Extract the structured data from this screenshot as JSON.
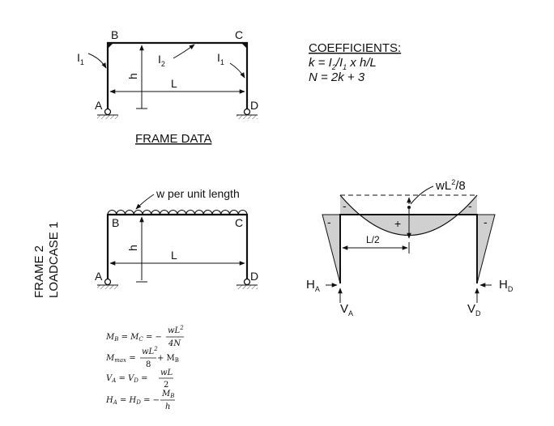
{
  "frame_data": {
    "nodes": {
      "a": "A",
      "b": "B",
      "c": "C",
      "d": "D"
    },
    "column_inertia": "I",
    "column_inertia_sub": "1",
    "beam_inertia": "I",
    "beam_inertia_sub": "2",
    "height": "h",
    "span": "L",
    "caption": "FRAME DATA"
  },
  "coefficients": {
    "title": "COEFFICIENTS:",
    "k_eq": {
      "p1": "k = I",
      "s1": "2",
      "p2": "/I",
      "s2": "1",
      "p3": " x h/L"
    },
    "n_eq": "N = 2k + 3"
  },
  "loadcase": {
    "side_title_1": "FRAME 2",
    "side_title_2": "LOADCASE 1",
    "load_label": "w per unit length",
    "nodes": {
      "a": "A",
      "b": "B",
      "c": "C",
      "d": "D"
    },
    "height": "h",
    "span": "L"
  },
  "moment_diagram": {
    "peak": {
      "base": "wL",
      "sup": "2",
      "tail": "/8"
    },
    "half_span": "L/2",
    "neg_left": "-",
    "neg_mid_left": "-",
    "pos": "+",
    "neg_mid_right": "-",
    "neg_right": "-",
    "h_a": {
      "base": "H",
      "sub": "A"
    },
    "v_a": {
      "base": "V",
      "sub": "A"
    },
    "h_d": {
      "base": "H",
      "sub": "D"
    },
    "v_d": {
      "base": "V",
      "sub": "D"
    }
  },
  "formulas": {
    "f1": {
      "lhs_a": "M",
      "lhs_a_sub": "B",
      "eq1": " = ",
      "lhs_b": "M",
      "lhs_b_sub": "C",
      "eq2": " = −",
      "num": "wL",
      "num_sup": "2",
      "den": "4N"
    },
    "f2": {
      "lhs": "M",
      "lhs_sub": "max",
      "eq": " = ",
      "num": "wL",
      "num_sup": "2",
      "den": "8",
      "tail": " + M",
      "tail_sub": "B"
    },
    "f3": {
      "lhs_a": "V",
      "lhs_a_sub": "A",
      "eq1": " = ",
      "lhs_b": "V",
      "lhs_b_sub": "D",
      "eq2": " = ",
      "num": "wL",
      "den": "2"
    },
    "f4": {
      "lhs_a": "H",
      "lhs_a_sub": "A",
      "eq1": " = ",
      "lhs_b": "H",
      "lhs_b_sub": "D",
      "eq2": " = −",
      "num": "M",
      "num_sub": "B",
      "den": "h"
    }
  }
}
